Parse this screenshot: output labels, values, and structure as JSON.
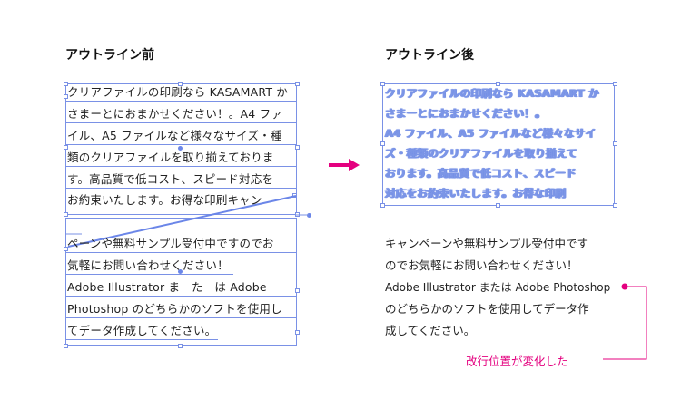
{
  "headings": {
    "before": "アウトライン前",
    "after": "アウトライン後"
  },
  "before_lines": [
    "クリアファイルの印刷なら KASAMART か",
    "さまーとにおまかせください！。A4 ファ",
    "イル、A5 ファイルなど様々なサイズ・種",
    "類のクリアファイルを取り揃えておりま",
    "す。高品質で低コスト、スピード対応を",
    "お約束いたします。お得な印刷キャン",
    "ペーンや無料サンプル受付中ですのでお",
    "気軽にお問い合わせください！",
    "Adobe Illustrator ま　た　は Adobe",
    "Photoshop のどちらかのソフトを使用し",
    "てデータ作成してください。"
  ],
  "outlined_lines": [
    "クリアファイルの印刷なら KASAMART か",
    "さまーとにおまかせください！。",
    "A4 ファイル、A5 ファイルなど様々なサイ",
    "ズ・種類のクリアファイルを取り揃えて",
    "おります。高品質で低コスト、スピード",
    "対応をお約束いたします。お得な印刷"
  ],
  "after_lines": [
    "キャンペーンや無料サンプル受付中です",
    "のでお気軽にお問い合わせください！",
    "Adobe Illustrator または Adobe Photoshop",
    "のどちらかのソフトを使用してデータ作",
    "成してください。"
  ],
  "annotation": "改行位置が変化した",
  "colors": {
    "accent": "#e4007f",
    "selection": "#7a91e6"
  },
  "icons": {
    "arrow": "arrow-right-icon"
  }
}
